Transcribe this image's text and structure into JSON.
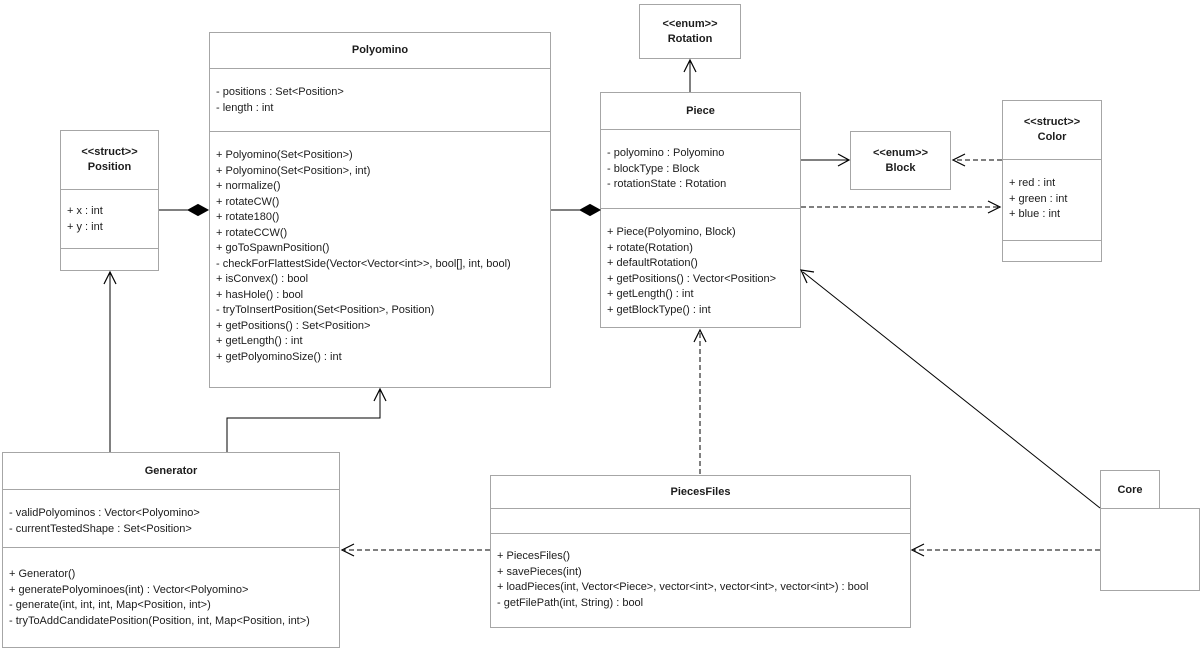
{
  "classes": {
    "position": {
      "stereotype": "<<struct>>",
      "name": "Position",
      "attributes": [
        "+ x : int",
        "+ y : int"
      ],
      "methods": []
    },
    "polyomino": {
      "stereotype": "",
      "name": "Polyomino",
      "attributes": [
        "- positions : Set<Position>",
        "- length : int"
      ],
      "methods": [
        "+ Polyomino(Set<Position>)",
        "+ Polyomino(Set<Position>, int)",
        "+ normalize()",
        "+ rotateCW()",
        "+ rotate180()",
        "+ rotateCCW()",
        "+ goToSpawnPosition()",
        "- checkForFlattestSide(Vector<Vector<int>>, bool[], int, bool)",
        "+ isConvex() : bool",
        "+ hasHole() : bool",
        "- tryToInsertPosition(Set<Position>, Position)",
        "+ getPositions() : Set<Position>",
        "+ getLength() : int",
        "+ getPolyominoSize() : int"
      ]
    },
    "rotation": {
      "stereotype": "<<enum>>",
      "name": "Rotation"
    },
    "piece": {
      "stereotype": "",
      "name": "Piece",
      "attributes": [
        "- polyomino : Polyomino",
        "- blockType : Block",
        "- rotationState : Rotation"
      ],
      "methods": [
        "+ Piece(Polyomino, Block)",
        "+ rotate(Rotation)",
        "+ defaultRotation()",
        "+ getPositions() : Vector<Position>",
        "+ getLength() : int",
        "+ getBlockType() : int"
      ]
    },
    "block": {
      "stereotype": "<<enum>>",
      "name": "Block"
    },
    "color": {
      "stereotype": "<<struct>>",
      "name": "Color",
      "attributes": [
        "+ red : int",
        "+ green : int",
        "+ blue : int"
      ],
      "methods": []
    },
    "generator": {
      "stereotype": "",
      "name": "Generator",
      "attributes": [
        "- validPolyominos : Vector<Polyomino>",
        "- currentTestedShape : Set<Position>"
      ],
      "methods": [
        "+ Generator()",
        "+ generatePolyominoes(int) : Vector<Polyomino>",
        "- generate(int, int, int, Map<Position, int>)",
        "- tryToAddCandidatePosition(Position, int, Map<Position, int>)"
      ]
    },
    "piecesfiles": {
      "stereotype": "",
      "name": "PiecesFiles",
      "attributes": [],
      "methods": [
        "+ PiecesFiles()",
        "+ savePieces(int)",
        "+ loadPieces(int, Vector<Piece>, vector<int>, vector<int>, vector<int>) : bool",
        "- getFilePath(int, String) : bool"
      ]
    },
    "core": {
      "name": "Core"
    }
  }
}
